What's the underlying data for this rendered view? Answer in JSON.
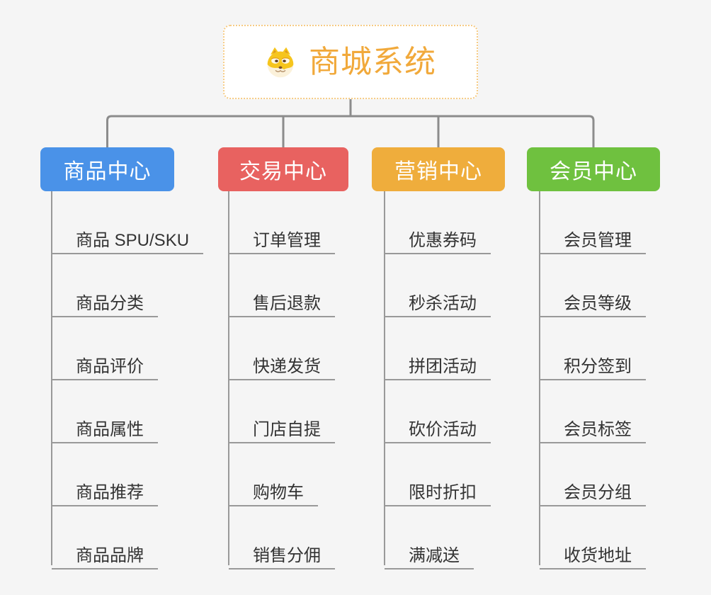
{
  "root": {
    "title": "商城系统",
    "icon": "dog-face"
  },
  "branches": [
    {
      "label": "商品中心",
      "color": "#4A92E8",
      "items": [
        "商品 SPU/SKU",
        "商品分类",
        "商品评价",
        "商品属性",
        "商品推荐",
        "商品品牌"
      ]
    },
    {
      "label": "交易中心",
      "color": "#E86260",
      "items": [
        "订单管理",
        "售后退款",
        "快递发货",
        "门店自提",
        "购物车",
        "销售分佣"
      ]
    },
    {
      "label": "营销中心",
      "color": "#EFAD3C",
      "items": [
        "优惠券码",
        "秒杀活动",
        "拼团活动",
        "砍价活动",
        "限时折扣",
        "满减送"
      ]
    },
    {
      "label": "会员中心",
      "color": "#6FC13F",
      "items": [
        "会员管理",
        "会员等级",
        "积分签到",
        "会员标签",
        "会员分组",
        "收货地址"
      ]
    }
  ],
  "colors": {
    "background": "#F5F5F5",
    "top_connector": "#8C8C8C",
    "branch_line": "#999999",
    "item_text": "#333333",
    "root_title": "#F1A93B",
    "root_border": "#F6CB84",
    "root_background": "#FFFFFF"
  }
}
